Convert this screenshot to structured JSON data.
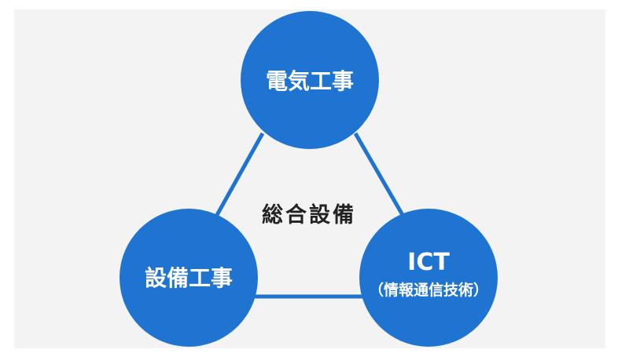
{
  "diagram": {
    "center_label": "総合設備",
    "nodes": {
      "top": {
        "label": "電気工事"
      },
      "left": {
        "label": "設備工事"
      },
      "right": {
        "label": "ICT",
        "sublabel": "（情報通信技術）"
      }
    },
    "colors": {
      "node_fill": "#1f74d2",
      "edge": "#1f74d2",
      "background": "#f3f3f3",
      "center_text": "#222222"
    }
  }
}
